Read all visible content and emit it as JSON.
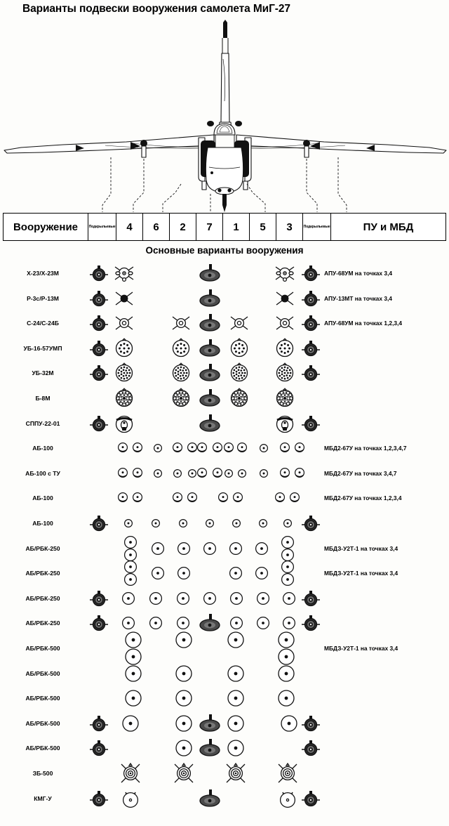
{
  "title": "Варианты подвески вооружения самолета МиГ-27",
  "subtitle": "Основные варианты вооружения",
  "header": {
    "weapon_label": "Вооружение",
    "left_edge_label": "Подкрыльевые",
    "right_edge_label": "Подкрыльевые",
    "stations": [
      "4",
      "6",
      "2",
      "7",
      "1",
      "5",
      "3"
    ],
    "launcher_label": "ПУ и МБД"
  },
  "rows": [
    {
      "name": "Х-23/Х-23М",
      "note": "АПУ-68УМ на точках 3,4",
      "symbols": [
        [
          141,
          "pylon"
        ],
        [
          177,
          "xmissile"
        ],
        [
          299,
          "ellipse"
        ],
        [
          406,
          "xmissile"
        ],
        [
          443,
          "pylon"
        ]
      ]
    },
    {
      "name": "Р-3с/Р-13М",
      "note": "АПУ-13МТ на точках 3,4",
      "symbols": [
        [
          141,
          "pylon"
        ],
        [
          177,
          "xdot"
        ],
        [
          299,
          "ellipse"
        ],
        [
          406,
          "xdot"
        ],
        [
          443,
          "pylon"
        ]
      ]
    },
    {
      "name": "С-24/С-24Б",
      "note": "АПУ-68УМ на точках 1,2,3,4",
      "symbols": [
        [
          141,
          "pylon"
        ],
        [
          177,
          "xring"
        ],
        [
          258,
          "xring"
        ],
        [
          299,
          "ellipse"
        ],
        [
          341,
          "xring"
        ],
        [
          406,
          "xring"
        ],
        [
          443,
          "pylon"
        ]
      ]
    },
    {
      "name": "УБ-16-57УМП",
      "note": "",
      "symbols": [
        [
          141,
          "pylon"
        ],
        [
          177,
          "pod16"
        ],
        [
          258,
          "pod16"
        ],
        [
          299,
          "ellipse"
        ],
        [
          341,
          "pod16"
        ],
        [
          406,
          "pod16"
        ],
        [
          443,
          "pylon"
        ]
      ]
    },
    {
      "name": "УБ-32М",
      "note": "",
      "symbols": [
        [
          141,
          "pylon"
        ],
        [
          177,
          "pod32"
        ],
        [
          258,
          "pod32"
        ],
        [
          299,
          "ellipse"
        ],
        [
          341,
          "pod32"
        ],
        [
          406,
          "pod32"
        ],
        [
          443,
          "pylon"
        ]
      ]
    },
    {
      "name": "Б-8М",
      "note": "",
      "symbols": [
        [
          177,
          "pod20"
        ],
        [
          258,
          "pod20"
        ],
        [
          299,
          "ellipse"
        ],
        [
          341,
          "pod20"
        ],
        [
          406,
          "pod20"
        ]
      ]
    },
    {
      "name": "СППУ-22-01",
      "note": "",
      "symbols": [
        [
          141,
          "pylon"
        ],
        [
          177,
          "gunpod"
        ],
        [
          299,
          "ellipse"
        ],
        [
          406,
          "gunpod"
        ],
        [
          443,
          "pylon"
        ]
      ]
    },
    {
      "name": "АБ-100",
      "note": "МБД2-67У на точках  1,2,3,4,7",
      "symbols": [
        [
          175,
          "bomb"
        ],
        [
          196,
          "bomb"
        ],
        [
          225,
          "smalldot"
        ],
        [
          253,
          "bomb"
        ],
        [
          274,
          "bomb"
        ],
        [
          288,
          "bomb"
        ],
        [
          310,
          "bomb"
        ],
        [
          326,
          "bomb"
        ],
        [
          345,
          "bomb"
        ],
        [
          376,
          "smalldot"
        ],
        [
          406,
          "bomb"
        ],
        [
          427,
          "bomb"
        ]
      ]
    },
    {
      "name": "АБ-100 с ТУ",
      "note": "МБД2-67У на точках 3,4,7",
      "symbols": [
        [
          175,
          "bomb"
        ],
        [
          196,
          "bomb"
        ],
        [
          225,
          "smalldot"
        ],
        [
          253,
          "smalldot"
        ],
        [
          274,
          "smalldot"
        ],
        [
          288,
          "bomb"
        ],
        [
          310,
          "bomb"
        ],
        [
          326,
          "smalldot"
        ],
        [
          345,
          "smalldot"
        ],
        [
          376,
          "smalldot"
        ],
        [
          406,
          "bomb"
        ],
        [
          427,
          "bomb"
        ]
      ]
    },
    {
      "name": "АБ-100",
      "note": "МБД2-67У на точках 1,2,3,4",
      "symbols": [
        [
          175,
          "bomb"
        ],
        [
          196,
          "bomb"
        ],
        [
          253,
          "bomb"
        ],
        [
          274,
          "bomb"
        ],
        [
          318,
          "bomb"
        ],
        [
          339,
          "bomb"
        ],
        [
          399,
          "bomb"
        ],
        [
          420,
          "bomb"
        ]
      ]
    },
    {
      "name": "АБ-100",
      "note": "",
      "symbols": [
        [
          141,
          "pylon"
        ],
        [
          183,
          "smalldot"
        ],
        [
          222,
          "smalldot"
        ],
        [
          261,
          "smalldot"
        ],
        [
          299,
          "smalldot"
        ],
        [
          337,
          "smalldot"
        ],
        [
          375,
          "smalldot"
        ],
        [
          410,
          "smalldot"
        ],
        [
          443,
          "pylon"
        ]
      ]
    },
    {
      "name": "АБ/РБК-250",
      "note": "МБДЗ-У2Т-1 на точках 3,4",
      "symbols": [
        [
          186,
          "circ-up"
        ],
        [
          186,
          "circ-dn"
        ],
        [
          225,
          "circ"
        ],
        [
          262,
          "circ"
        ],
        [
          299,
          "circ"
        ],
        [
          336,
          "circ"
        ],
        [
          373,
          "circ"
        ],
        [
          410,
          "circ-up"
        ],
        [
          410,
          "circ-dn"
        ]
      ]
    },
    {
      "name": "АБ/РБК-250",
      "note": "МБДЗ-У2Т-1 на точках 3,4",
      "symbols": [
        [
          186,
          "circ-up"
        ],
        [
          186,
          "circ-dn"
        ],
        [
          225,
          "circ"
        ],
        [
          262,
          "circ"
        ],
        [
          336,
          "circ"
        ],
        [
          373,
          "circ"
        ],
        [
          410,
          "circ-up"
        ],
        [
          410,
          "circ-dn"
        ]
      ]
    },
    {
      "name": "АБ/РБК-250",
      "note": "",
      "symbols": [
        [
          141,
          "pylon"
        ],
        [
          183,
          "circ"
        ],
        [
          222,
          "circ"
        ],
        [
          261,
          "circ"
        ],
        [
          299,
          "circ"
        ],
        [
          337,
          "circ"
        ],
        [
          375,
          "circ"
        ],
        [
          412,
          "circ"
        ],
        [
          443,
          "pylon"
        ]
      ]
    },
    {
      "name": "АБ/РБК-250",
      "note": "",
      "symbols": [
        [
          141,
          "pylon"
        ],
        [
          183,
          "circ"
        ],
        [
          222,
          "circ"
        ],
        [
          261,
          "circ"
        ],
        [
          299,
          "ellipse"
        ],
        [
          337,
          "circ"
        ],
        [
          375,
          "circ"
        ],
        [
          412,
          "circ"
        ],
        [
          443,
          "pylon"
        ]
      ]
    },
    {
      "name": "АБ/РБК-500",
      "note": "МБДЗ-У2Т-1 на точках 3,4",
      "symbols": [
        [
          190,
          "bigcirc"
        ],
        [
          190,
          "bigcirc-dn"
        ],
        [
          262,
          "bigcirc"
        ],
        [
          336,
          "bigcirc"
        ],
        [
          408,
          "bigcirc"
        ],
        [
          408,
          "bigcirc-dn"
        ]
      ]
    },
    {
      "name": "АБ/РБК-500",
      "note": "",
      "symbols": [
        [
          190,
          "bigcirc"
        ],
        [
          262,
          "bigcirc"
        ],
        [
          336,
          "bigcirc"
        ],
        [
          408,
          "bigcirc"
        ]
      ]
    },
    {
      "name": "АБ/РБК-500",
      "note": "",
      "symbols": [
        [
          190,
          "bigcirc"
        ],
        [
          262,
          "bigcirc"
        ],
        [
          336,
          "bigcirc"
        ],
        [
          408,
          "bigcirc"
        ]
      ]
    },
    {
      "name": "АБ/РБК-500",
      "note": "",
      "symbols": [
        [
          141,
          "pylon"
        ],
        [
          186,
          "bigcirc"
        ],
        [
          262,
          "bigcirc"
        ],
        [
          299,
          "ellipse"
        ],
        [
          336,
          "bigcirc"
        ],
        [
          412,
          "bigcirc"
        ],
        [
          443,
          "pylon"
        ]
      ]
    },
    {
      "name": "АБ/РБК-500",
      "note": "",
      "symbols": [
        [
          141,
          "pylon"
        ],
        [
          262,
          "bigcirc"
        ],
        [
          299,
          "ellipse"
        ],
        [
          336,
          "bigcirc"
        ],
        [
          443,
          "pylon"
        ]
      ]
    },
    {
      "name": "ЗБ-500",
      "note": "",
      "symbols": [
        [
          186,
          "xbomb"
        ],
        [
          262,
          "xbomb"
        ],
        [
          336,
          "xbomb"
        ],
        [
          410,
          "xbomb"
        ]
      ]
    },
    {
      "name": "КМГ-У",
      "note": "",
      "symbols": [
        [
          141,
          "pylon"
        ],
        [
          186,
          "kmgu"
        ],
        [
          299,
          "ellipse"
        ],
        [
          410,
          "kmgu"
        ],
        [
          443,
          "pylon"
        ]
      ]
    }
  ]
}
